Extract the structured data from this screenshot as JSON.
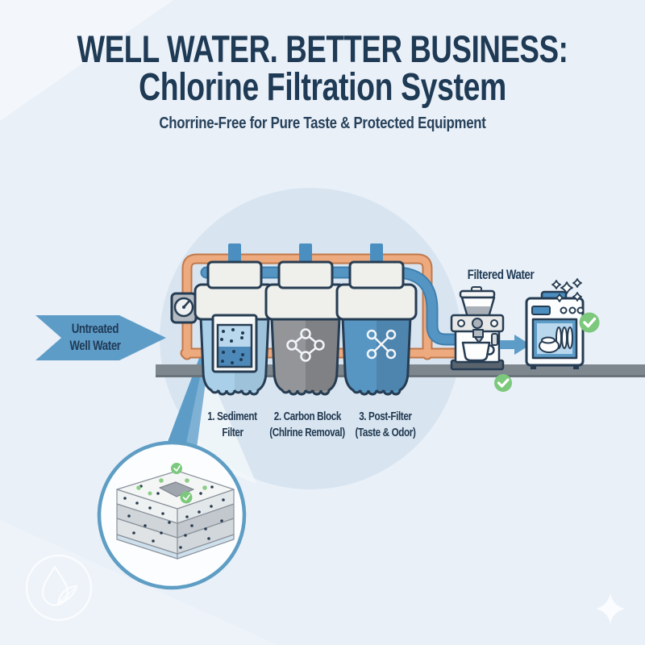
{
  "header": {
    "title_line1": "WELL WATER. BETTER BUSINESS:",
    "title_line2": "Chlorine Filtration System",
    "subtitle": "Chorrine-Free for Pure Taste & Protected Equipment"
  },
  "flow": {
    "untreated_line1": "Untreated",
    "untreated_line2": "Well Water",
    "filtered_label": "Filtered Water"
  },
  "filters": [
    {
      "line1": "1. Sediment",
      "line2": "Filter"
    },
    {
      "line1": "2. Carbon Block",
      "line2": "(Chlrine Removal)"
    },
    {
      "line1": "3. Post-Filter",
      "line2": "(Taste & Odor)"
    }
  ],
  "icons": {
    "untreated_arrow": "right-flow-arrow",
    "pressure_gauge": "gauge-dial",
    "sediment_canister": "filter-canister-with-window",
    "carbon_canister": "filter-canister-molecule-diamond",
    "post_canister": "filter-canister-molecule-x",
    "coffee_machine": "espresso-machine",
    "dishwasher": "dishwasher-with-plates",
    "checkmarks": "green-check-circle",
    "sparkles": "clean-sparkles",
    "magnifier": "filter-media-detail-circle",
    "logo": "droplet-leaf-outline",
    "corner_sparkle": "four-point-star"
  },
  "colors": {
    "background": "#e9f0f8",
    "backdrop_circle": "#d8e5f1",
    "navy_text": "#1f3a55",
    "steel_blue": "#5e9cc8",
    "manifold_blue": "#4a8fc0",
    "copper_pipe": "#edaa7e",
    "copper_outline": "#c0784a",
    "canister_light_blue": "#a9cfe9",
    "canister_gray": "#939598",
    "canister_steel": "#5795c2",
    "cap_white": "#efefec",
    "counter_gray": "#7e868e",
    "check_green": "#7cc87c"
  }
}
